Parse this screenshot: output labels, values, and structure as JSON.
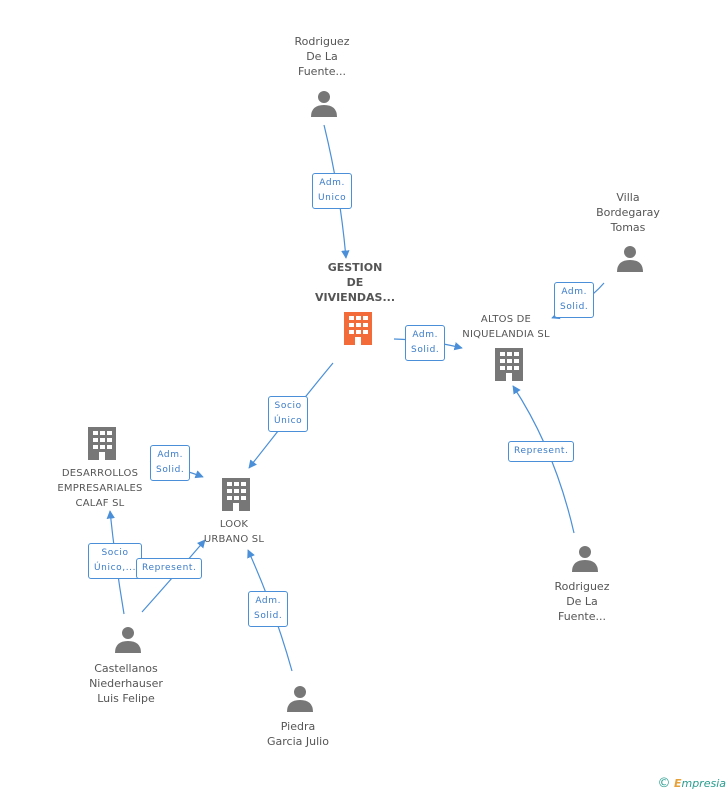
{
  "nodes": {
    "gestion": {
      "label": "GESTION\nDE\nVIVIENDAS...",
      "type": "company-main"
    },
    "altos": {
      "label": "ALTOS DE\nNIQUELANDIA SL",
      "type": "company"
    },
    "look": {
      "label": "LOOK\nURBANO SL",
      "type": "company"
    },
    "desarrollos": {
      "label": "DESARROLLOS\nEMPRESARIALES\nCALAF SL",
      "type": "company"
    },
    "rodriguez_top": {
      "label": "Rodriguez\nDe La\nFuente...",
      "type": "person"
    },
    "villa": {
      "label": "Villa\nBordegaray\nTomas",
      "type": "person"
    },
    "rodriguez_right": {
      "label": "Rodriguez\nDe La\nFuente...",
      "type": "person"
    },
    "castellanos": {
      "label": "Castellanos\nNiederhauser\nLuis Felipe",
      "type": "person"
    },
    "piedra": {
      "label": "Piedra\nGarcia Julio",
      "type": "person"
    }
  },
  "edges": [
    {
      "id": "e1",
      "label": "Adm.\nUnico"
    },
    {
      "id": "e2",
      "label": "Adm.\nSolid."
    },
    {
      "id": "e3",
      "label": "Adm.\nSolid."
    },
    {
      "id": "e4",
      "label": "Socio\nÚnico"
    },
    {
      "id": "e5",
      "label": "Represent."
    },
    {
      "id": "e6",
      "label": "Adm.\nSolid."
    },
    {
      "id": "e7",
      "label": "Socio\nÚnico,..."
    },
    {
      "id": "e8",
      "label": "Represent."
    },
    {
      "id": "e9",
      "label": "Adm.\nSolid."
    }
  ],
  "colors": {
    "main_company": "#f26b38",
    "company": "#777777",
    "person": "#777777",
    "edge": "#4a8fd8"
  },
  "footer": {
    "copyright": "©",
    "brand_initial": "E",
    "brand_rest": "mpresia"
  }
}
